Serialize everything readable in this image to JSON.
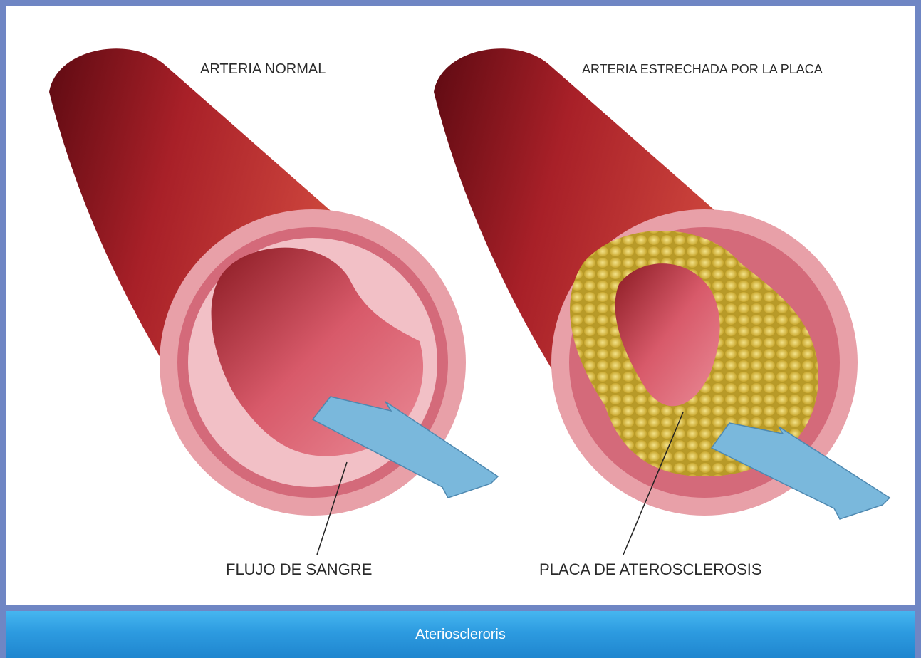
{
  "diagram": {
    "label_normal": "ARTERIA NORMAL",
    "label_narrowed": "ARTERIA ESTRECHADA POR LA PLACA",
    "label_blood_flow": "FLUJO DE SANGRE",
    "label_plaque": "PLACA DE ATEROSCLEROSIS"
  },
  "caption": {
    "text": "Aterioscleroris"
  },
  "colors": {
    "frame": "#6f86c4",
    "artery_dark": "#8e1420",
    "artery_mid": "#c43a3a",
    "artery_light": "#e8a0a8",
    "plaque": "#d9c040",
    "arrow": "#7ab8dc",
    "caption_bar": "#2d9be0"
  }
}
